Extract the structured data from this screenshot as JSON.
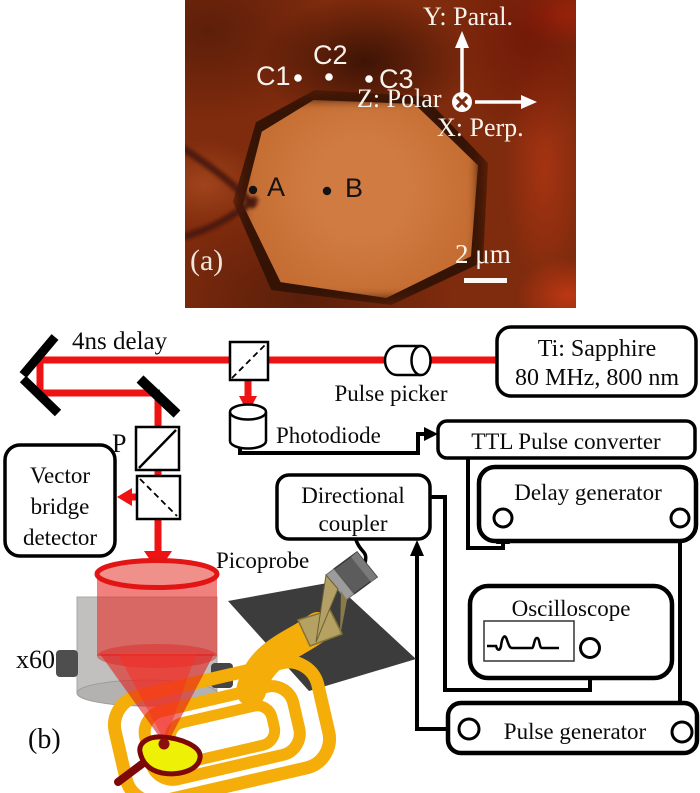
{
  "figure": {
    "panel_a": {
      "label": "(a)",
      "scale_bar": "2 μm",
      "point_labels": {
        "c1": "C1",
        "c2": "C2",
        "c3": "C3",
        "a": "A",
        "b": "B"
      },
      "axes": {
        "y": "Y: Paral.",
        "z": "Z: Polar",
        "x": "X: Perp."
      }
    },
    "panel_b": {
      "label": "(b)",
      "laser_line1": "Ti: Sapphire",
      "laser_line2": "80 MHz, 800 nm",
      "pulse_picker": "Pulse picker",
      "delay_label": "4ns delay",
      "photodiode": "Photodiode",
      "ttl_converter": "TTL Pulse  converter",
      "delay_generator": "Delay generator",
      "coupler_line1": "Directional",
      "coupler_line2": "coupler",
      "vector_line1": "Vector",
      "vector_line2": "bridge",
      "vector_line3": "detector",
      "oscilloscope": "Oscilloscope",
      "pulse_generator": "Pulse generator",
      "picoprobe": "Picoprobe",
      "polarizer": "P",
      "objective": "x60"
    },
    "colors": {
      "beam_red": "#ee1212",
      "gold": "#f4ad09",
      "pad_yellow": "#eef005",
      "sample_gray": "#3c3c3c",
      "micrograph_base": "#7f2b0d",
      "particle_orange": "#c7703a"
    }
  }
}
